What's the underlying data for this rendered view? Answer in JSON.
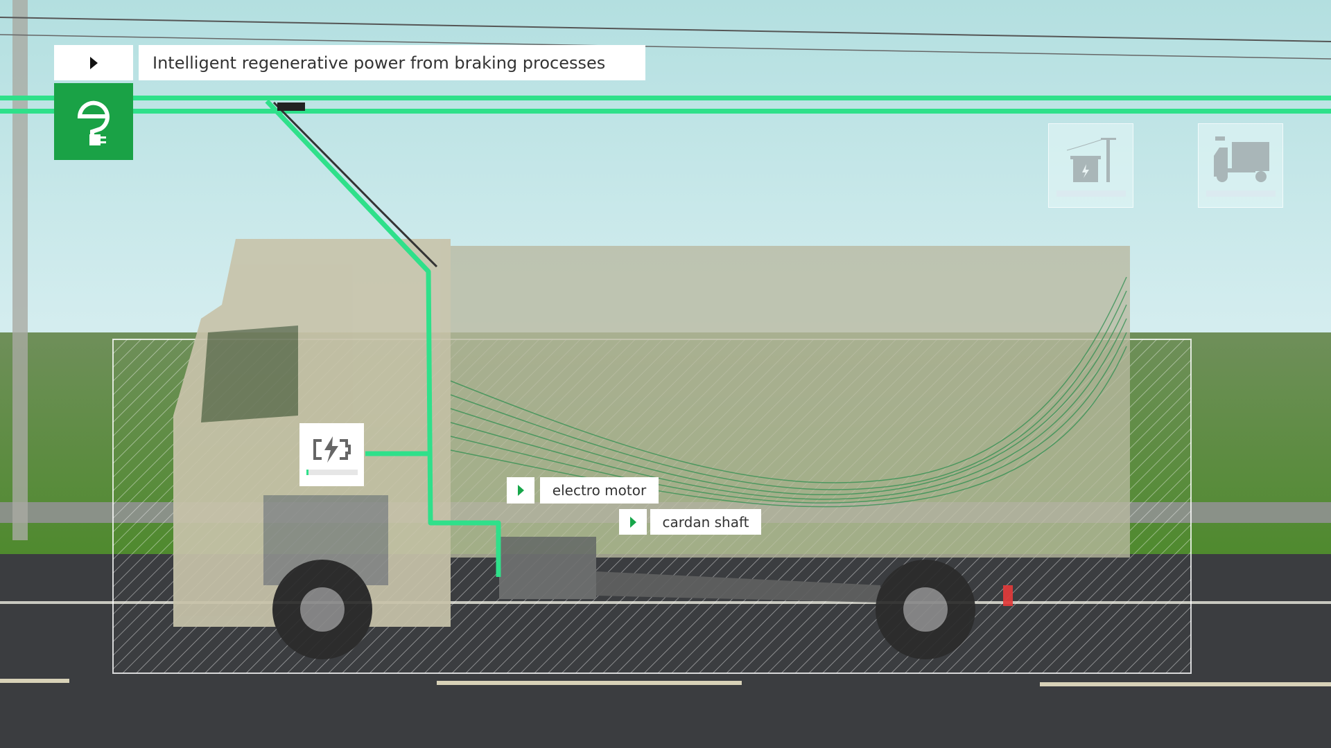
{
  "header": {
    "title": "Intelligent regenerative power from braking processes",
    "play_icon": "play-triangle-icon"
  },
  "brand_icon": "e-plug-icon",
  "battery": {
    "icon": "battery-charging-icon",
    "charge_percent": 5
  },
  "callouts": [
    {
      "label": "electro motor",
      "icon": "play-triangle-icon"
    },
    {
      "label": "cardan shaft",
      "icon": "play-triangle-icon"
    }
  ],
  "side_cards": [
    {
      "icon": "substation-power-icon"
    },
    {
      "icon": "truck-icon"
    }
  ],
  "colors": {
    "accent": "#1aa246",
    "wire": "#2fe08a",
    "sky": "#bfe3e6",
    "grass": "#5f8f3a",
    "road": "#3a3c3f"
  }
}
